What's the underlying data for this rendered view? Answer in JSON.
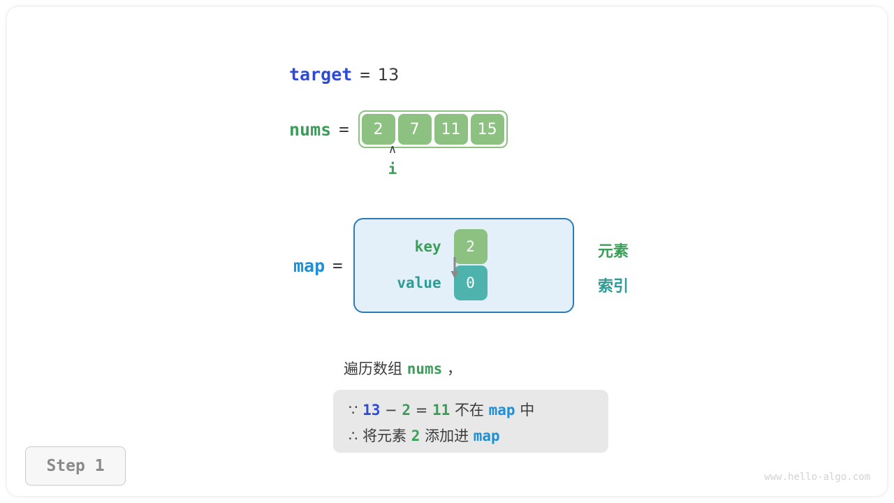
{
  "figure": {
    "title": "two-sum hash map step visualization",
    "step_badge": "Step 1",
    "watermark": "www.hello-algo.com"
  },
  "target": {
    "name": "target",
    "equals": "=",
    "value": "13"
  },
  "nums": {
    "name": "nums",
    "equals": "=",
    "cells": [
      "2",
      "7",
      "11",
      "15"
    ],
    "pointer": {
      "caret": "∧",
      "label": "i",
      "index": 0
    }
  },
  "map": {
    "name": "map",
    "equals": "=",
    "key_label": "key",
    "value_label": "value",
    "key_cell": "2",
    "value_cell": "0",
    "side_labels": {
      "element": "元素",
      "index": "索引"
    }
  },
  "caption": {
    "prefix": "遍历数组 ",
    "keyword": "nums",
    "suffix": " ，"
  },
  "note": {
    "line1": {
      "because_symbol": "∵",
      "a": "13",
      "minus": "−",
      "b": "2",
      "eq": "=",
      "result": "11",
      "text_mid": " 不在 ",
      "map_word": "map",
      "text_end": " 中"
    },
    "line2": {
      "therefore_symbol": "∴",
      "text_start": " 将元素 ",
      "element": "2",
      "text_mid": " 添加进 ",
      "map_word": "map"
    }
  },
  "colors": {
    "blue_var": "#2e4bd8",
    "green_var": "#3a9d58",
    "map_blue": "#1f8fd8",
    "cell_green": "#8cc182",
    "cell_teal": "#4fb3ad",
    "map_bg": "#e3f0fa",
    "map_border": "#2b7bba",
    "note_bg": "#e8e8e8",
    "arrow_gray": "#8a8a8a"
  }
}
